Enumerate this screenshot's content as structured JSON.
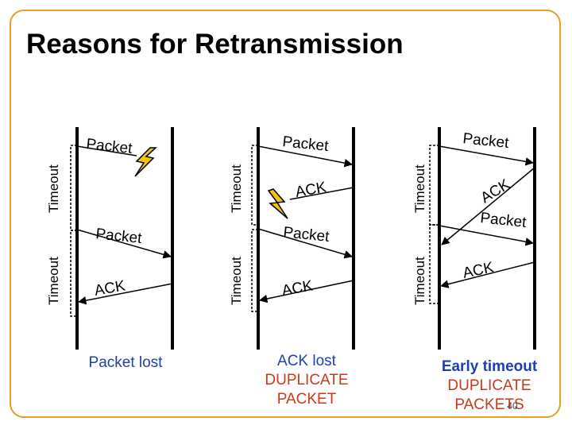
{
  "slide": {
    "title": "Reasons for Retransmission",
    "page_number": "40"
  },
  "scenario_a": {
    "packet1_label": "Packet",
    "packet2_label": "Packet",
    "ack_label": "ACK",
    "timeout1_label": "Timeout",
    "timeout2_label": "Timeout",
    "caption": "Packet lost"
  },
  "scenario_b": {
    "packet1_label": "Packet",
    "ack1_label": "ACK",
    "packet2_label": "Packet",
    "ack2_label": "ACK",
    "timeout1_label": "Timeout",
    "timeout2_label": "Timeout",
    "caption_line1": "ACK lost",
    "caption_line2": "DUPLICATE",
    "caption_line3": "PACKET"
  },
  "scenario_c": {
    "packet1_label": "Packet",
    "ack1_label": "ACK",
    "packet2_label": "Packet",
    "ack2_label": "ACK",
    "timeout1_label": "Timeout",
    "timeout2_label": "Timeout",
    "caption_line1": "Early timeout",
    "caption_line2": "DUPLICATE",
    "caption_line3": "PACKETS"
  },
  "colors": {
    "frame": "#E8A020",
    "caption_blue": "#1F3FB0",
    "caption_red": "#C83A1A",
    "lightning_fill": "#F2C418"
  },
  "icons": [
    "lightning-bolt-icon"
  ]
}
